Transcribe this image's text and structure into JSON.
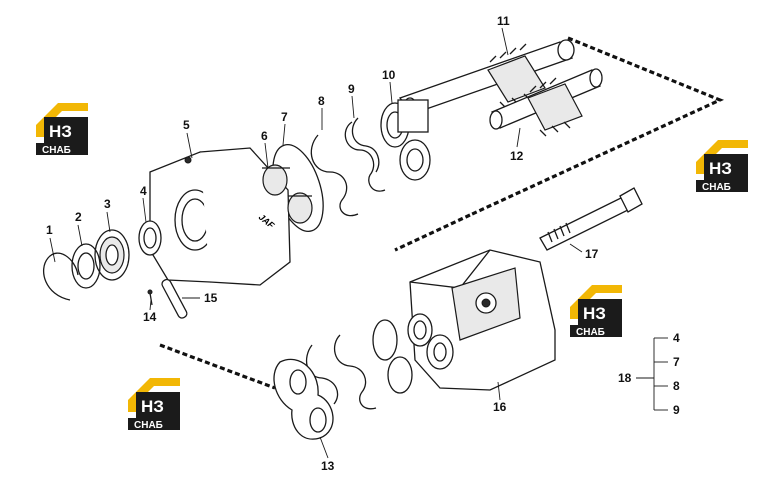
{
  "callouts": {
    "c1": "1",
    "c2": "2",
    "c3": "3",
    "c4": "4",
    "c5": "5",
    "c6": "6",
    "c7": "7",
    "c8": "8",
    "c9": "9",
    "c10": "10",
    "c11": "11",
    "c12": "12",
    "c13": "13",
    "c14": "14",
    "c15": "15",
    "c16": "16",
    "c17": "17"
  },
  "kit": {
    "label": "18",
    "items": [
      "4",
      "7",
      "8",
      "9"
    ]
  },
  "watermark": {
    "mark": "НЗ",
    "word": "СНАБ",
    "colors": {
      "roof": "#f2b705",
      "box": "#1b1b1b",
      "text": "#ffffff"
    }
  },
  "colors": {
    "line": "#1a1a1a",
    "background": "#ffffff"
  }
}
